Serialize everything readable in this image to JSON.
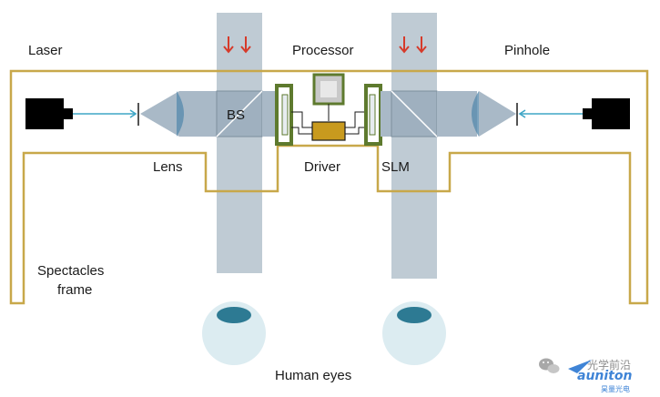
{
  "labels": {
    "laser": "Laser",
    "processor": "Processor",
    "pinhole": "Pinhole",
    "bs": "BS",
    "lens": "Lens",
    "driver": "Driver",
    "slm": "SLM",
    "spectacles_line1": "Spectacles",
    "spectacles_line2": "frame",
    "human_eyes": "Human eyes"
  },
  "watermark": {
    "wechat_text": "光学前沿",
    "brand": "auniton",
    "brand_sub": "昊量光电"
  },
  "colors": {
    "frame": "#c8a84a",
    "beam": "#aab9c6",
    "optic": "#a9b9c7",
    "lens_blue": "#5a8cae",
    "laser_body": "#000000",
    "holder": "#5e7a2e",
    "driver_chip": "#c89a1e",
    "eye_white": "#dcecf1",
    "iris": "#2d7a93",
    "arrow_red": "#d63a2a",
    "light_ray": "#3fa6c6",
    "brand_blue": "#1e6fd0"
  }
}
